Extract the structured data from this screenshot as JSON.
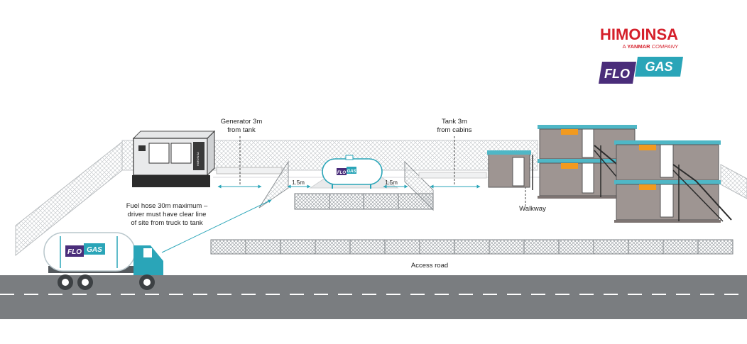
{
  "brand": {
    "company_name": "HIMOINSA",
    "tagline_prefix": "A",
    "tagline_brand": "YANMAR",
    "tagline_suffix": "COMPANY",
    "product_logo_left": "FLO",
    "product_logo_right": "GAS",
    "colors": {
      "red": "#d5202b",
      "purple": "#4a2d7a",
      "teal": "#2aa5b8"
    }
  },
  "labels": {
    "generator_distance_line1": "Generator 3m",
    "generator_distance_line2": "from tank",
    "tank_distance_line1": "Tank 3m",
    "tank_distance_line2": "from cabins",
    "left_gap": "1.5m",
    "right_gap": "1.5m",
    "fuel_hose_line1": "Fuel hose 30m maximum –",
    "fuel_hose_line2": "driver must have clear line",
    "fuel_hose_line3": "of site from truck to tank",
    "walkway": "Walkway",
    "access_road": "Access road"
  },
  "tank_logo": {
    "left": "FLO",
    "right": "GAS"
  },
  "truck_logo": {
    "left": "FLO",
    "right": "GAS"
  },
  "generator_brand": "HIMOINSA",
  "icons": [
    "generator",
    "gas-tank",
    "tanker-truck",
    "portable-cabins",
    "safety-fence",
    "road"
  ]
}
